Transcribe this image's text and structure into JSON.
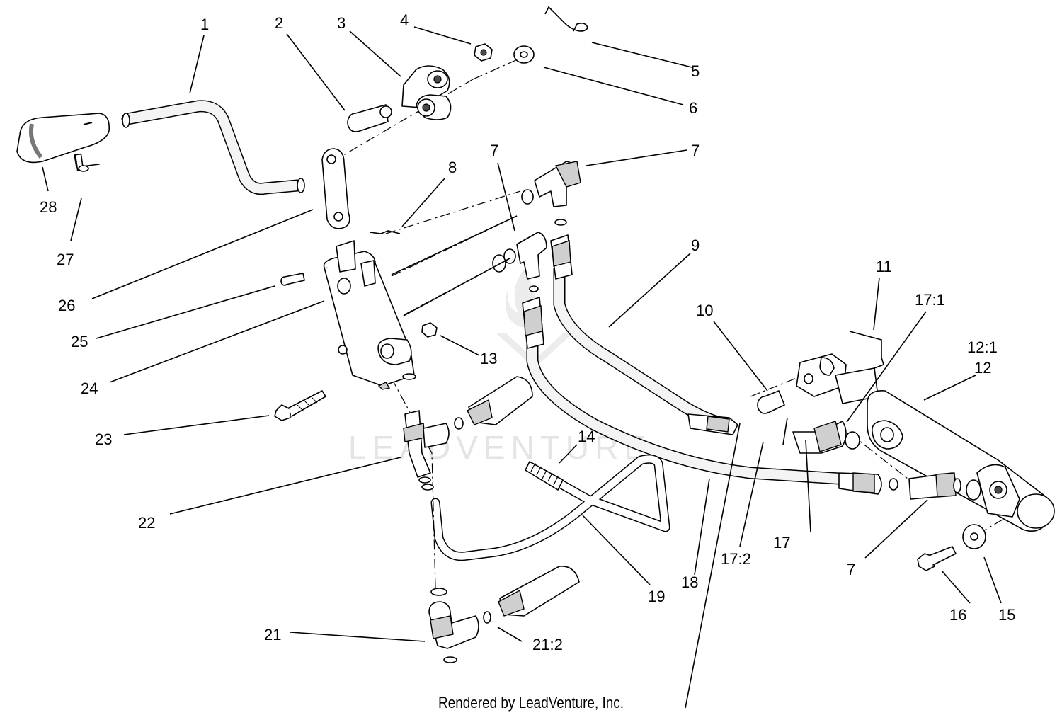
{
  "watermark": "LEADVENTURE",
  "footer": "Rendered by LeadVenture, Inc.",
  "callouts": {
    "c1": "1",
    "c2": "2",
    "c3": "3",
    "c4": "4",
    "c5": "5",
    "c6": "6",
    "c7a": "7",
    "c7b": "7",
    "c7c": "7",
    "c8": "8",
    "c9": "9",
    "c10": "10",
    "c11": "11",
    "c12_1": "12:1",
    "c12": "12",
    "c13": "13",
    "c14": "14",
    "c15": "15",
    "c16": "16",
    "c17_1": "17:1",
    "c17": "17",
    "c17_2": "17:2",
    "c18": "18",
    "c19": "19",
    "c21": "21",
    "c21_2": "21:2",
    "c22": "22",
    "c23": "23",
    "c24": "24",
    "c25": "25",
    "c26": "26",
    "c27": "27",
    "c28": "28"
  }
}
